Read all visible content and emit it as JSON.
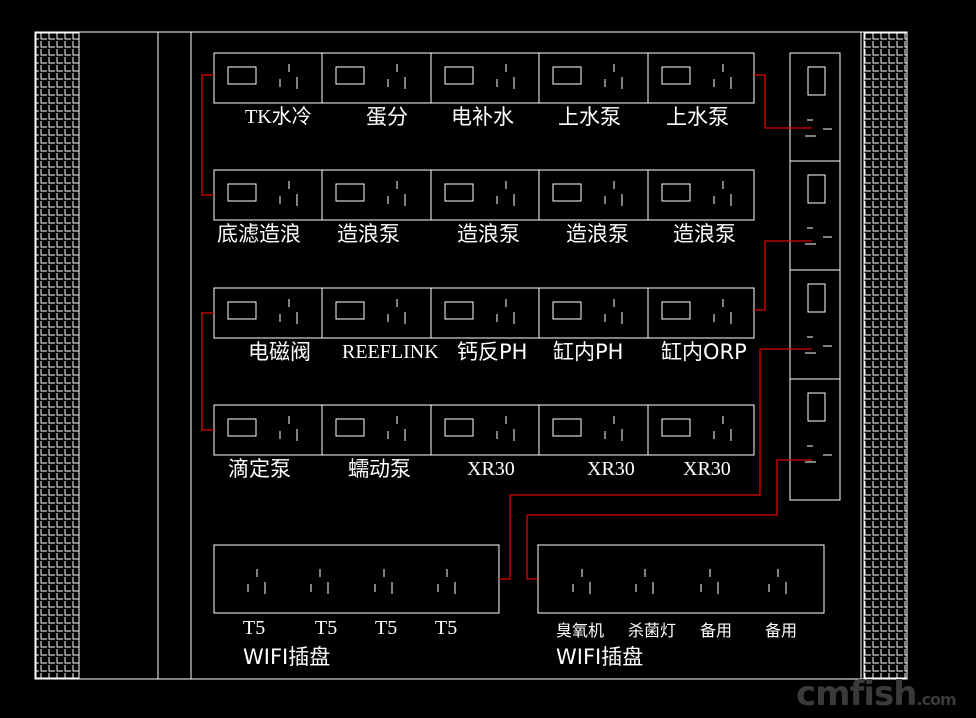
{
  "diagram": {
    "title": "Aquarium power strip wiring layout",
    "colors": {
      "background": "#000000",
      "line": "#ffffff",
      "wire": "#dd0000",
      "watermark": "#3a3a3a"
    },
    "strips": [
      {
        "id": "strip-1",
        "labels": [
          "TK水冷",
          "蛋分",
          "电补水",
          "上水泵",
          "上水泵"
        ]
      },
      {
        "id": "strip-2",
        "labels": [
          "底滤造浪",
          "造浪泵",
          "造浪泵",
          "造浪泵",
          "造浪泵"
        ]
      },
      {
        "id": "strip-3",
        "labels": [
          "电磁阀",
          "REEFLINK",
          "钙反PH",
          "缸内PH",
          "缸内ORP"
        ]
      },
      {
        "id": "strip-4",
        "labels": [
          "滴定泵",
          "蠕动泵",
          "XR30",
          "XR30",
          "XR30"
        ]
      }
    ],
    "wifi_strips": [
      {
        "id": "wifi-1",
        "labels": [
          "T5",
          "T5",
          "T5",
          "T5"
        ],
        "title": "WIFI插盘"
      },
      {
        "id": "wifi-2",
        "labels": [
          "臭氧机",
          "杀菌灯",
          "备用",
          "备用"
        ],
        "title": "WIFI插盘"
      }
    ],
    "wall_outlets": 4,
    "watermark": {
      "main": "cmfish",
      "suffix": ".com"
    }
  }
}
